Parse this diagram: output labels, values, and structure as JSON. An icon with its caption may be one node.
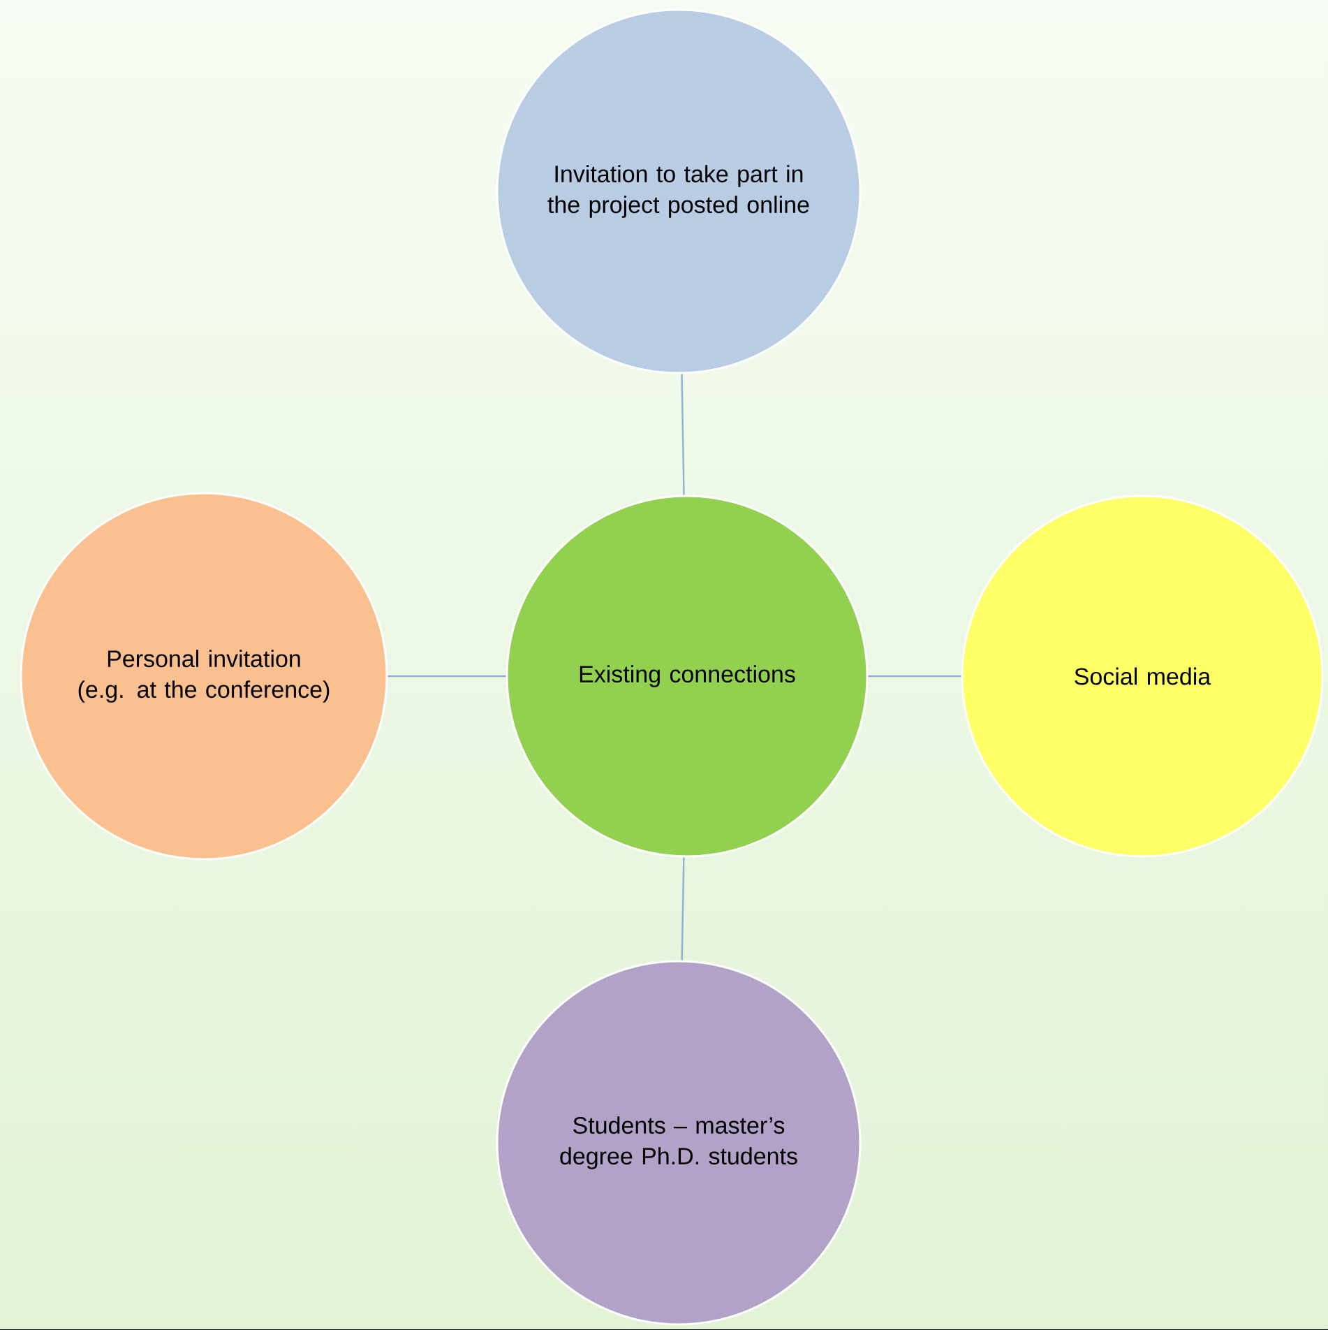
{
  "diagram": {
    "nodes": [
      {
        "text": [
          "Invitation to take part in the project posted online"
        ]
      },
      {
        "text": [
          "Personal invitation (e.g. at the conference)"
        ]
      },
      {
        "text": [
          "Existing connections"
        ]
      },
      {
        "text": [
          "Social media"
        ]
      },
      {
        "text": [
          "Students – master’s degree Ph.D. students"
        ]
      }
    ],
    "edges": [
      {
        "from": 2,
        "to": 0,
        "arrow": "none"
      },
      {
        "from": 2,
        "to": 1,
        "arrow": "none"
      },
      {
        "from": 2,
        "to": 3,
        "arrow": "none"
      },
      {
        "from": 2,
        "to": 4,
        "arrow": "none"
      }
    ]
  }
}
